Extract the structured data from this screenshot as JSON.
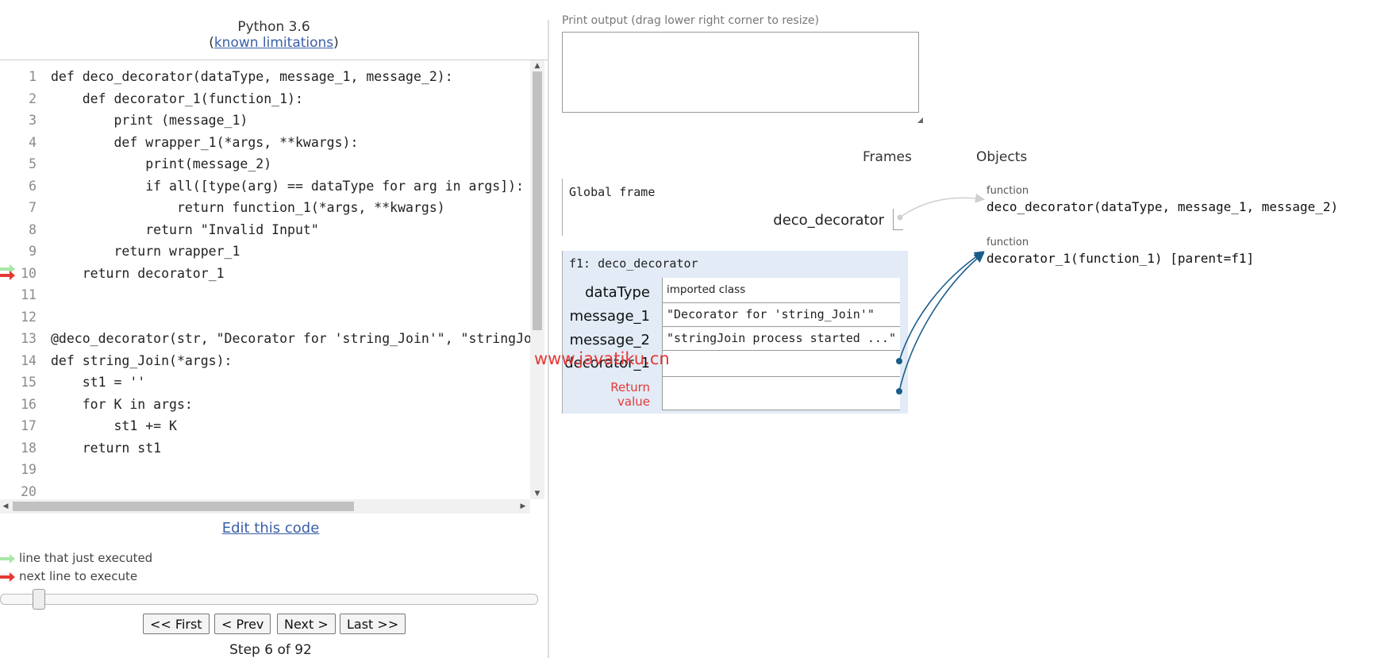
{
  "header": {
    "language": "Python 3.6",
    "limitations_open": "(",
    "limitations_link": "known limitations",
    "limitations_close": ")"
  },
  "code": {
    "lines": [
      {
        "n": "1",
        "text": "def deco_decorator(dataType, message_1, message_2):"
      },
      {
        "n": "2",
        "text": "    def decorator_1(function_1):"
      },
      {
        "n": "3",
        "text": "        print (message_1)"
      },
      {
        "n": "4",
        "text": "        def wrapper_1(*args, **kwargs):"
      },
      {
        "n": "5",
        "text": "            print(message_2)"
      },
      {
        "n": "6",
        "text": "            if all([type(arg) == dataType for arg in args]):"
      },
      {
        "n": "7",
        "text": "                return function_1(*args, **kwargs)"
      },
      {
        "n": "8",
        "text": "            return \"Invalid Input\""
      },
      {
        "n": "9",
        "text": "        return wrapper_1"
      },
      {
        "n": "10",
        "text": "    return decorator_1"
      },
      {
        "n": "11",
        "text": ""
      },
      {
        "n": "12",
        "text": ""
      },
      {
        "n": "13",
        "text": "@deco_decorator(str, \"Decorator for 'string_Join'\", \"stringJoin process started ...\")"
      },
      {
        "n": "14",
        "text": "def string_Join(*args):"
      },
      {
        "n": "15",
        "text": "    st1 = ''"
      },
      {
        "n": "16",
        "text": "    for K in args:"
      },
      {
        "n": "17",
        "text": "        st1 += K"
      },
      {
        "n": "18",
        "text": "    return st1"
      },
      {
        "n": "19",
        "text": ""
      },
      {
        "n": "20",
        "text": ""
      }
    ],
    "just_executed_line": 10,
    "next_line": 10
  },
  "controls": {
    "edit_link": "Edit this code",
    "legend_executed": "line that just executed",
    "legend_next": "next line to execute",
    "first": "<< First",
    "prev": "< Prev",
    "next": "Next >",
    "last": "Last >>",
    "step": "Step 6 of 92",
    "step_current": 6,
    "step_total": 92
  },
  "output": {
    "label": "Print output (drag lower right corner to resize)",
    "text": ""
  },
  "viz": {
    "frames_header": "Frames",
    "objects_header": "Objects",
    "global_frame": {
      "title": "Global frame",
      "vars": [
        {
          "name": "deco_decorator"
        }
      ]
    },
    "f1_frame": {
      "title": "f1: deco_decorator",
      "vars": [
        {
          "name": "dataType",
          "value": "imported class"
        },
        {
          "name": "message_1",
          "value": "\"Decorator for 'string_Join'\""
        },
        {
          "name": "message_2",
          "value": "\"stringJoin process started ...\""
        },
        {
          "name": "decorator_1",
          "value": ""
        }
      ],
      "return_label_1": "Return",
      "return_label_2": "value"
    },
    "objects": [
      {
        "type": "function",
        "value": "deco_decorator(dataType, message_1, message_2)"
      },
      {
        "type": "function",
        "value": "decorator_1(function_1) [parent=f1]"
      }
    ]
  },
  "watermark": "www.javatiku.cn",
  "colors": {
    "link": "#3a5fa8",
    "arrow_executed": "#a8e6a8",
    "arrow_next": "#e53935",
    "frame_bg": "#e2ebf6",
    "pointer": "#1a5d8a",
    "pointer_faded": "#cfcfcf"
  }
}
